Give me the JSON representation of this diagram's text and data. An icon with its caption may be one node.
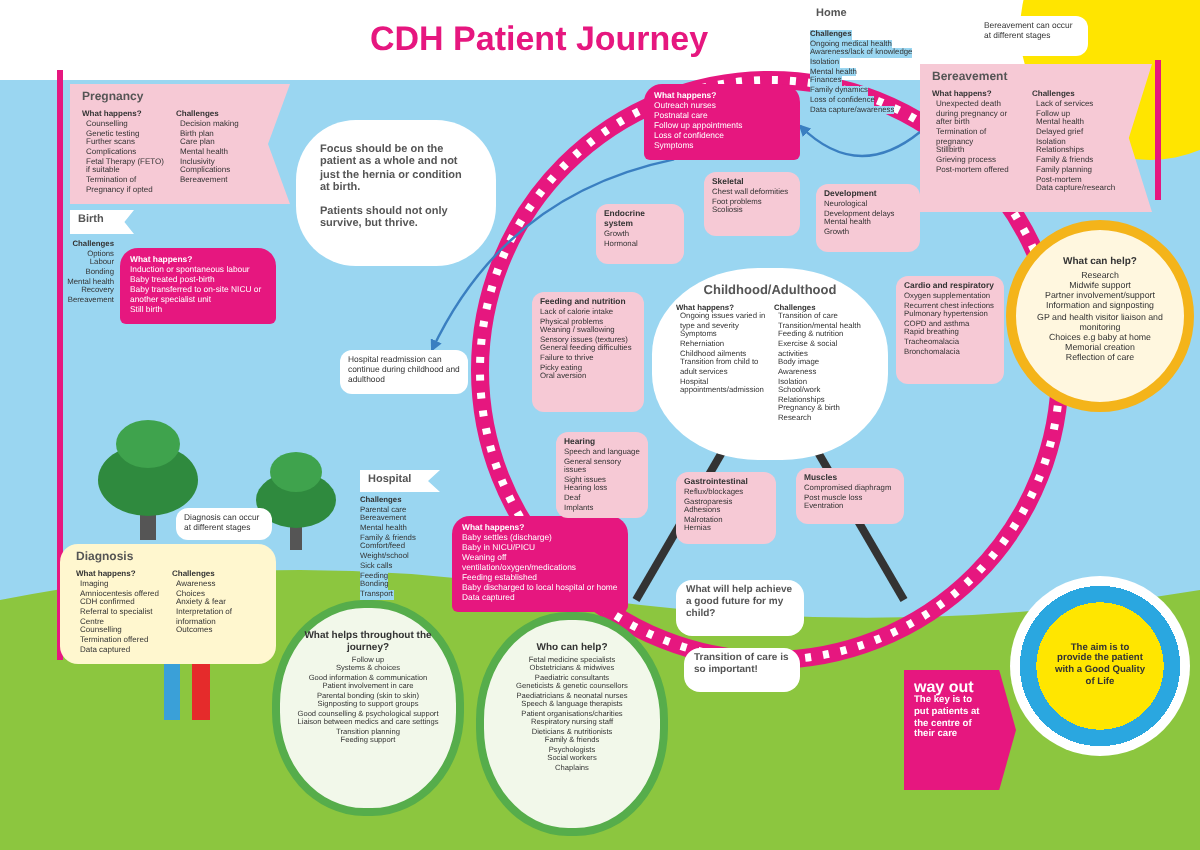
{
  "diagram": {
    "title": "CDH Patient Journey",
    "nodes": [
      {
        "text": [
          "Pregnancy",
          "What happens?",
          "Counselling",
          "Genetic testing",
          "Further scans",
          "Complications",
          "Fetal Therapy (FETO) if suitable",
          "Termination of Pregnancy if opted",
          "Challenges",
          "Decision making",
          "Birth plan",
          "Care plan",
          "Mental health",
          "Inclusivity",
          "Complications",
          "Bereavement"
        ]
      },
      {
        "text": [
          "Birth"
        ]
      },
      {
        "text": [
          "What happens?",
          "Induction or spontaneous labour",
          "Baby treated post-birth",
          "Baby transferred to on-site NICU or another specialist unit",
          "Still birth"
        ],
        "beside": [
          "Challenges",
          "Options",
          "Labour",
          "Bonding",
          "Mental health",
          "Recovery",
          "Bereavement"
        ]
      },
      {
        "text": [
          "Focus should be on the patient as a whole and not just the hernia or condition at birth.",
          "Patients should not only survive, but thrive."
        ]
      },
      {
        "text": [
          "Hospital readmission can continue during childhood and adulthood"
        ]
      },
      {
        "text": [
          "Hospital"
        ],
        "beside": [
          "Challenges",
          "Parental care",
          "Bereavement",
          "Mental health",
          "Family & friends",
          "Comfort/feed",
          "Weight/school",
          "Sick calls",
          "Feeding",
          "Bonding",
          "Transport"
        ]
      },
      {
        "text": [
          "What happens?",
          "Baby settles (discharge)",
          "Baby in NICU/PICU",
          "Weaning off ventilation/oxygen/medications",
          "Feeding established",
          "Baby discharged to local hospital or home",
          "Data captured"
        ]
      },
      {
        "text": [
          "Home"
        ],
        "beside": [
          "Challenges",
          "Ongoing medical health",
          "Awareness/lack of knowledge",
          "Isolation",
          "Mental health",
          "Finances",
          "Family dynamics",
          "Loss of confidence",
          "Data capture/awareness"
        ]
      },
      {
        "text": [
          "What happens?",
          "Outreach nurses",
          "Postnatal care",
          "Follow up appointments",
          "Loss of confidence",
          "Symptoms"
        ]
      },
      {
        "text": [
          "Bereavement can occur at different stages"
        ]
      },
      {
        "text": [
          "Bereavement",
          "What happens?",
          "Unexpected death during pregnancy or after birth",
          "Termination of pregnancy",
          "Stillbirth",
          "Grieving process",
          "Post-mortem offered",
          "Challenges",
          "Lack of services",
          "Follow up",
          "Mental health",
          "Delayed grief",
          "Isolation",
          "Relationships",
          "Family & friends",
          "Family planning",
          "Post-mortem",
          "Data capture/research"
        ]
      },
      {
        "text": [
          "What can help?",
          "Research",
          "Midwife support",
          "Partner involvement/support",
          "Information and signposting",
          "GP and health visitor liaison and monitoring",
          "Choices e.g baby at home",
          "Memorial creation",
          "Reflection of care"
        ]
      },
      {
        "text": [
          "Endocrine system",
          "Growth",
          "Hormonal"
        ]
      },
      {
        "text": [
          "Skeletal",
          "Chest wall deformities",
          "Foot problems",
          "Scoliosis"
        ]
      },
      {
        "text": [
          "Development",
          "Neurological",
          "Development delays",
          "Mental health",
          "Growth"
        ]
      },
      {
        "text": [
          "Feeding and nutrition",
          "Lack of calorie intake",
          "Physical problems",
          "Weaning / swallowing",
          "Sensory issues (textures)",
          "General feeding difficulties",
          "Failure to thrive",
          "Picky eating",
          "Oral aversion"
        ]
      },
      {
        "text": [
          "Childhood/Adulthood",
          "What happens?",
          "Ongoing issues varied in type and severity",
          "Symptoms",
          "Reherniation",
          "Childhood ailments",
          "Transition from child to adult services",
          "Hospital appointments/admission",
          "Challenges",
          "Transition of care",
          "Transition/mental health",
          "Feeding & nutrition",
          "Exercise & social activities",
          "Body image",
          "Awareness",
          "Isolation",
          "School/work",
          "Relationships",
          "Pregnancy & birth",
          "Research"
        ]
      },
      {
        "text": [
          "Cardio and respiratory",
          "Oxygen supplementation",
          "Recurrent chest infections",
          "Pulmonary hypertension",
          "COPD and asthma",
          "Rapid breathing",
          "Tracheomalacia",
          "Bronchomalacia"
        ]
      },
      {
        "text": [
          "Hearing",
          "Speech and language",
          "General sensory issues",
          "Sight issues",
          "Hearing loss",
          "Deaf",
          "Implants"
        ]
      },
      {
        "text": [
          "Gastrointestinal",
          "Reflux/blockages",
          "Gastroparesis",
          "Adhesions",
          "Malrotation",
          "Hernias"
        ]
      },
      {
        "text": [
          "Muscles",
          "Compromised diaphragm",
          "Post muscle loss",
          "Eventration"
        ]
      },
      {
        "text": [
          "Diagnosis",
          "What happens?",
          "Imaging",
          "Amniocentesis offered",
          "CDH confirmed",
          "Referral to specialist Centre",
          "Counselling",
          "Termination offered",
          "Data captured",
          "Challenges",
          "Awareness",
          "Choices",
          "Anxiety & fear",
          "Interpretation of information",
          "Outcomes"
        ]
      },
      {
        "text": [
          "Diagnosis can occur at different stages"
        ]
      },
      {
        "text": [
          "What helps throughout the journey?",
          "Follow up",
          "Systems & choices",
          "Good information & communication",
          "Patient involvement in care",
          "Parental bonding (skin to skin)",
          "Signposting to support groups",
          "Good counselling & psychological support",
          "Liaison between medics and care settings",
          "Transition planning",
          "Feeding support"
        ]
      },
      {
        "text": [
          "Who can help?",
          "Fetal medicine specialists",
          "Obstetricians & midwives",
          "Paediatric consultants",
          "Geneticists & genetic counsellors",
          "Paediatricians & neonatal nurses",
          "Speech & language therapists",
          "Patient organisations/charities",
          "Respiratory nursing staff",
          "Dieticians & nutritionists",
          "Family & friends",
          "Psychologists",
          "Social workers",
          "Chaplains"
        ]
      },
      {
        "text": [
          "What will help achieve a good future for my child?"
        ]
      },
      {
        "text": [
          "Transition of care is so important!"
        ]
      },
      {
        "text": [
          "way out",
          "The key is to put patients at the centre of their care"
        ]
      },
      {
        "text": [
          "The aim is to provide the patient with a Good Quality of Life"
        ]
      }
    ],
    "edges": [
      {
        "from": 8,
        "to": 4,
        "arrow": "to"
      },
      {
        "from": 10,
        "to": 8,
        "arrow": "to"
      }
    ]
  }
}
